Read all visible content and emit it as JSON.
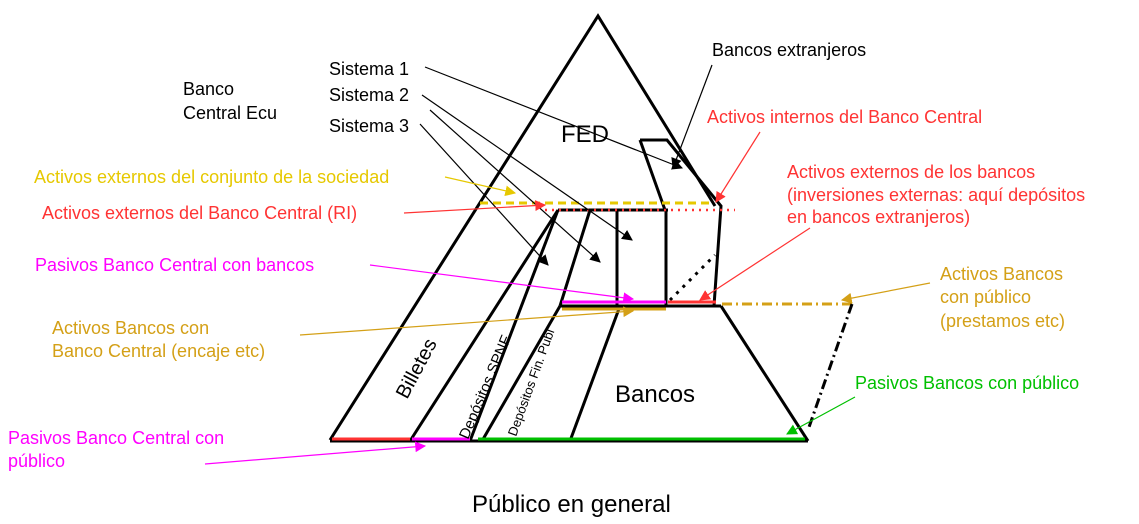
{
  "colors": {
    "black": "#000000",
    "red": "#ff3333",
    "magenta": "#ff00ff",
    "gold": "#d4a017",
    "yellow": "#e6c800",
    "green": "#00c000"
  },
  "labels": {
    "fed": "FED",
    "bancos": "Bancos",
    "billetes": "Billetes",
    "depositos_spnf": "Depósitos SPNF",
    "depositos_fin_publ": "Depósitos Fin. Publ",
    "banco_central_1": "Banco",
    "banco_central_2": "Central Ecu",
    "sistema1": "Sistema 1",
    "sistema2": "Sistema 2",
    "sistema3": "Sistema 3",
    "bancos_extranjeros": "Bancos extranjeros",
    "activos_internos_bc": "Activos internos del Banco Central",
    "activos_externos_sociedad": "Activos externos del conjunto de la sociedad",
    "activos_externos_bc": "Activos externos del Banco Central (RI)",
    "activos_externos_bancos_1": "Activos externos de los bancos",
    "activos_externos_bancos_2": "(inversiones externas: aquí depósitos",
    "activos_externos_bancos_3": "en bancos extranjeros)",
    "pasivos_bc_bancos": "Pasivos Banco Central con bancos",
    "activos_bancos_publico_1": "Activos Bancos",
    "activos_bancos_publico_2": "con público",
    "activos_bancos_publico_3": "(prestamos etc)",
    "activos_bancos_bc_1": "Activos Bancos con",
    "activos_bancos_bc_2": "Banco Central (encaje etc)",
    "pasivos_bancos_publico": "Pasivos Bancos con público",
    "pasivos_bc_publico_1": "Pasivos Banco Central con",
    "pasivos_bc_publico_2": "público",
    "publico_general": "Público en general"
  }
}
